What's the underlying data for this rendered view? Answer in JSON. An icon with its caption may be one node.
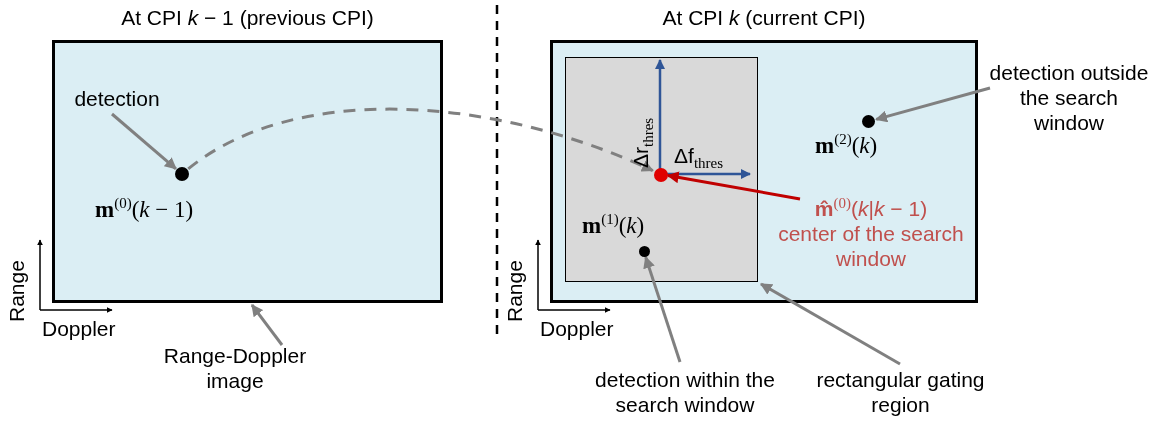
{
  "diagram": {
    "nodes": [
      {
        "text": [
          "At CPI *k* − 1 (previous CPI)"
        ]
      },
      {
        "text": [],
        "shape": "circle",
        "in": 0,
        "beside": [
          "**m**$^{(0)}$(*k* − 1)"
        ]
      },
      {
        "text": [
          "detection"
        ],
        "in": 0
      },
      {
        "text": [
          "Range-Doppler image"
        ]
      },
      {
        "text": [
          "At CPI *k* (current CPI)"
        ]
      },
      {
        "text": [],
        "shape": "box",
        "in": 4
      },
      {
        "text": [],
        "shape": "circle",
        "in": 5
      },
      {
        "text": [],
        "shape": "circle",
        "in": 5,
        "beside": [
          "**m**$^{(1)}$(*k*)"
        ]
      },
      {
        "text": [],
        "shape": "circle",
        "in": 4,
        "beside": [
          "**m**$^{(2)}$(*k*)"
        ]
      },
      {
        "text": [
          "detection outside the search window"
        ]
      },
      {
        "text": [
          "**m̂**$^{(0)}$(*k*|*k* − 1)",
          "center of the search window"
        ],
        "in": 4
      },
      {
        "text": [
          "detection within the search window"
        ]
      },
      {
        "text": [
          "rectangular gating region"
        ]
      }
    ],
    "edges": [
      {
        "from": 1,
        "to": 6,
        "arrow": "to",
        "style": "dashed"
      },
      {
        "from": 2,
        "to": 1,
        "arrow": "to"
      },
      {
        "from": 3,
        "to": 0,
        "arrow": "to"
      },
      {
        "from": 9,
        "to": 8,
        "arrow": "to"
      },
      {
        "from": 10,
        "to": 6,
        "arrow": "to",
        "color": "#c00000"
      },
      {
        "from": 11,
        "to": 7,
        "arrow": "to"
      },
      {
        "from": 12,
        "to": 5,
        "arrow": "to"
      }
    ],
    "labels": [
      "Δr$_{thres}$",
      "Δf$_{thres}$",
      "Range",
      "Doppler",
      "Range",
      "Doppler"
    ]
  }
}
